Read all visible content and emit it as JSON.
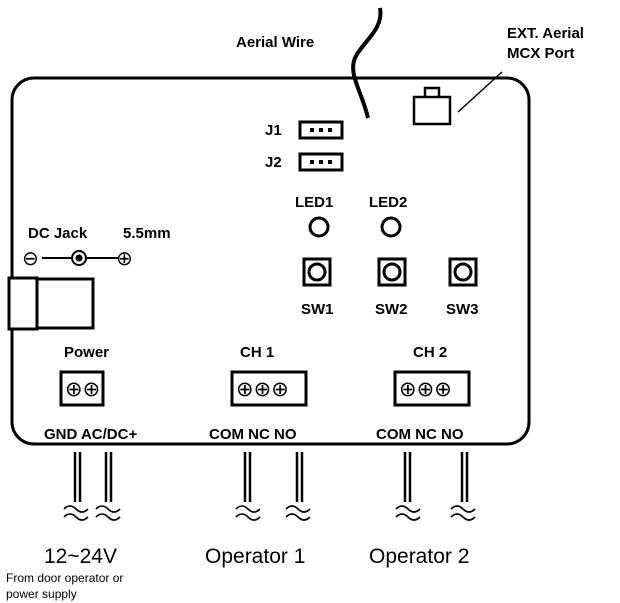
{
  "aerial": {
    "wire_label": "Aerial Wire",
    "ext_label_line1": "EXT. Aerial",
    "ext_label_line2": "MCX Port"
  },
  "jumpers": {
    "j1": "J1",
    "j2": "J2"
  },
  "leds": {
    "led1": "LED1",
    "led2": "LED2"
  },
  "switches": {
    "sw1": "SW1",
    "sw2": "SW2",
    "sw3": "SW3"
  },
  "dc_jack": {
    "label": "DC Jack",
    "size": "5.5mm",
    "minus": "⊖",
    "plus": "⊕"
  },
  "power_block": {
    "title": "Power",
    "terminals": "⊕⊕",
    "pins": "GND AC/DC+"
  },
  "ch1_block": {
    "title": "CH 1",
    "terminals": "⊕⊕⊕",
    "pins": "COM NC NO"
  },
  "ch2_block": {
    "title": "CH 2",
    "terminals": "⊕⊕⊕",
    "pins": "COM NC NO"
  },
  "bottom": {
    "voltage": "12~24V",
    "voltage_note_line1": "From door operator or",
    "voltage_note_line2": "power supply",
    "operator1": "Operator 1",
    "operator2": "Operator 2"
  },
  "colors": {
    "ink": "#000000",
    "background": "#ffffff"
  }
}
